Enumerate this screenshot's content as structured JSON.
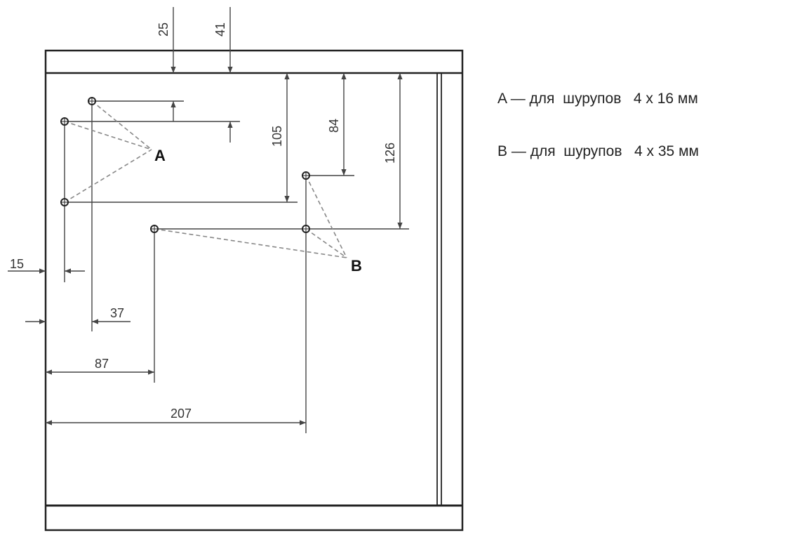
{
  "legend": {
    "items": [
      {
        "key": "A",
        "dash": "—",
        "text": "для  шурупов",
        "size": "4 x 16 мм"
      },
      {
        "key": "B",
        "dash": "—",
        "text": "для  шурупов",
        "size": "4 x 35 мм"
      }
    ]
  },
  "labels": {
    "group_a": "A",
    "group_b": "B"
  },
  "dimensions": {
    "top_25": "25",
    "top_41": "41",
    "v_105": "105",
    "v_84": "84",
    "v_126": "126",
    "h_15": "15",
    "h_37": "37",
    "h_87": "87",
    "h_207": "207"
  },
  "colors": {
    "line": "#444444",
    "frame": "#222222",
    "dashed": "#888888"
  }
}
